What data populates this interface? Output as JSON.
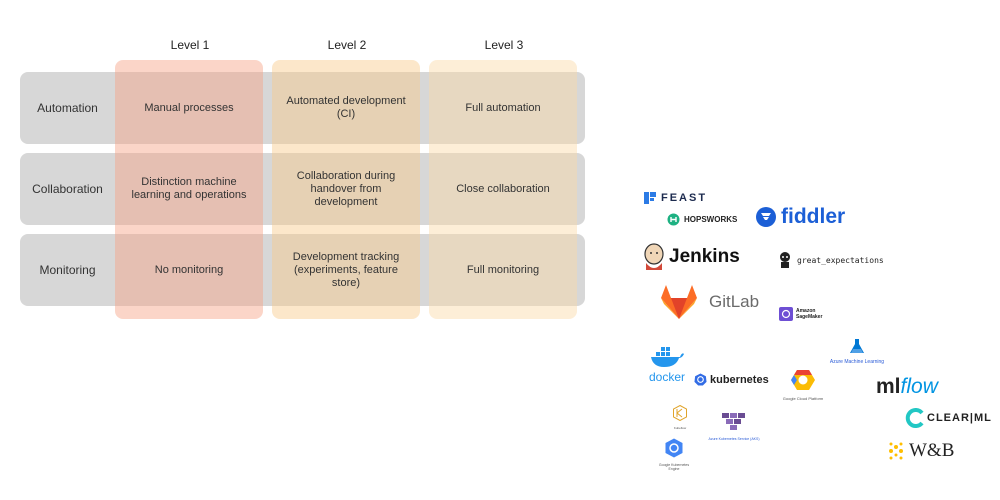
{
  "colors": {
    "level1": "#f7a184",
    "level2": "#f9c98a",
    "level3": "#fad9a6",
    "row_bg": "#d7d7d7"
  },
  "levels": [
    "Level 1",
    "Level 2",
    "Level 3"
  ],
  "rows": [
    {
      "label": "Automation",
      "cells": [
        "Manual processes",
        "Automated development\n(CI)",
        "Full automation"
      ]
    },
    {
      "label": "Collaboration",
      "cells": [
        "Distinction machine\nlearning and operations",
        "Collaboration during\nhandover from\ndevelopment",
        "Close collaboration"
      ]
    },
    {
      "label": "Monitoring",
      "cells": [
        "No monitoring",
        "Development tracking\n(experiments, feature\nstore)",
        "Full monitoring"
      ]
    }
  ],
  "logos": {
    "feast": "FEAST",
    "hopsworks": "HOPSWORKS",
    "fiddler": "fiddler",
    "jenkins": "Jenkins",
    "great_expectations": "great_expectations",
    "gitlab": "GitLab",
    "sagemaker": "Amazon\nSageMaker",
    "azure_ml": "Azure Machine Learning",
    "docker": "docker",
    "kubernetes": "kubernetes",
    "gcp": "Google Cloud Platform",
    "mlflow_ml": "ml",
    "mlflow_flow": "flow",
    "clearml": "CLEAR|ML",
    "kubeflow": "Kubeflow",
    "aks": "Azure Kubernetes Service (AKS)",
    "gke": "Google Kubernetes Engine",
    "wandb": "W&B"
  }
}
